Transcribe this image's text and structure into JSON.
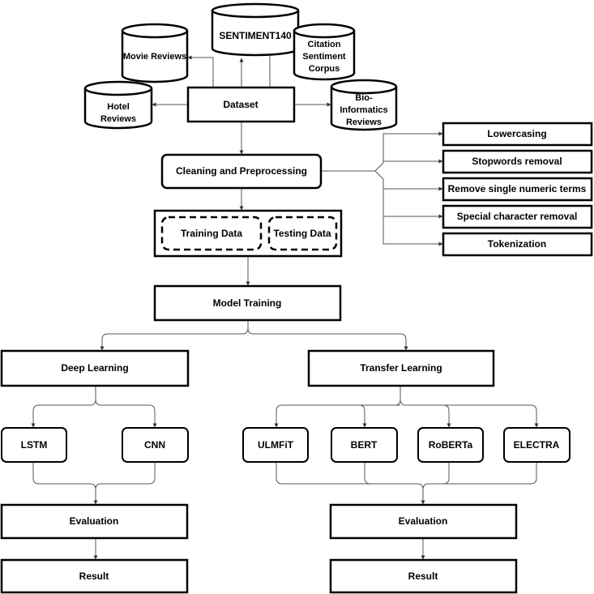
{
  "datasets": {
    "sentiment140": "SENTIMENT140",
    "movie_reviews": "Movie Reviews",
    "citation": [
      "Citation",
      "Sentiment",
      "Corpus"
    ],
    "hotel": [
      "Hotel",
      "Reviews"
    ],
    "bioinformatics": [
      "Bio-",
      "Informatics",
      "Reviews"
    ]
  },
  "dataset": "Dataset",
  "cleaning": "Cleaning and Preprocessing",
  "preprocessing_steps": [
    "Lowercasing",
    "Stopwords removal",
    "Remove single numeric terms",
    "Special character removal",
    "Tokenization"
  ],
  "split": {
    "training": "Training Data",
    "testing": "Testing Data"
  },
  "model_training": "Model Training",
  "deep_learning": {
    "title": "Deep Learning",
    "models": [
      "LSTM",
      "CNN"
    ],
    "evaluation": "Evaluation",
    "result": "Result"
  },
  "transfer_learning": {
    "title": "Transfer Learning",
    "models": [
      "ULMFiT",
      "BERT",
      "RoBERTa",
      "ELECTRA"
    ],
    "evaluation": "Evaluation",
    "result": "Result"
  }
}
